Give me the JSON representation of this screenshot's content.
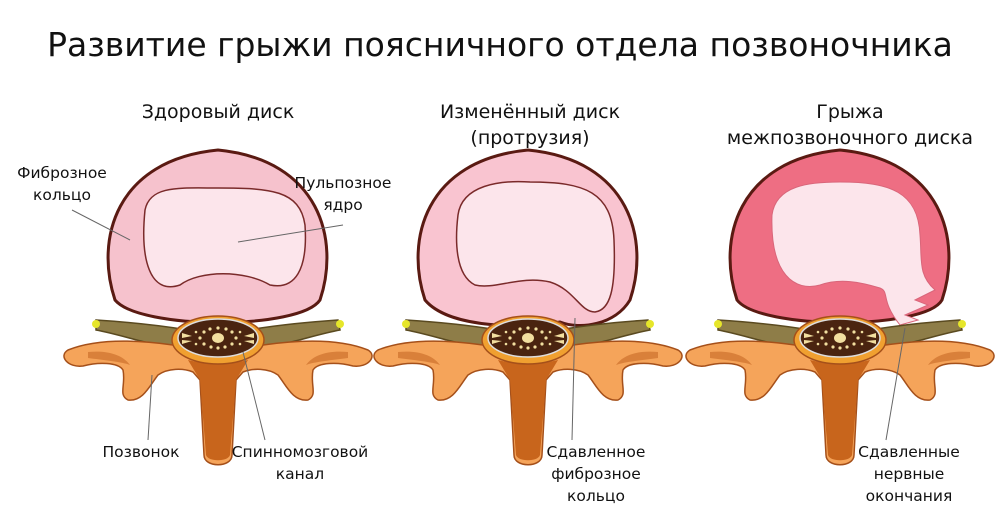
{
  "title": "Развитие грыжи поясничного отдела позвоночника",
  "panels": [
    {
      "heading": [
        "Здоровый диск"
      ],
      "labels": {
        "annulus": [
          "Фиброзное",
          "кольцо"
        ],
        "nucleus": [
          "Пульпозное",
          "ядро"
        ],
        "vertebra": [
          "Позвонок"
        ],
        "canal": [
          "Спинномозговой",
          "канал"
        ]
      }
    },
    {
      "heading": [
        "Изменённый диск",
        "(протрузия)"
      ],
      "labels": {
        "compressed_annulus": [
          "Сдавленное",
          "фиброзное",
          "кольцо"
        ]
      }
    },
    {
      "heading": [
        "Грыжа",
        "межпозвоночного диска"
      ],
      "labels": {
        "compressed_nerves": [
          "Сдавленные",
          "нервные",
          "окончания"
        ]
      }
    }
  ],
  "colors": {
    "annulus_healthy": "#f6c2cd",
    "annulus_protrusion": "#f9c4d0",
    "annulus_hernia": "#ee6e83",
    "nucleus": "#fce5eb",
    "bone": "#f5a45a",
    "bone_dark": "#c8651c",
    "nerve": "#8e7d48",
    "outline": "#5a1a12"
  }
}
